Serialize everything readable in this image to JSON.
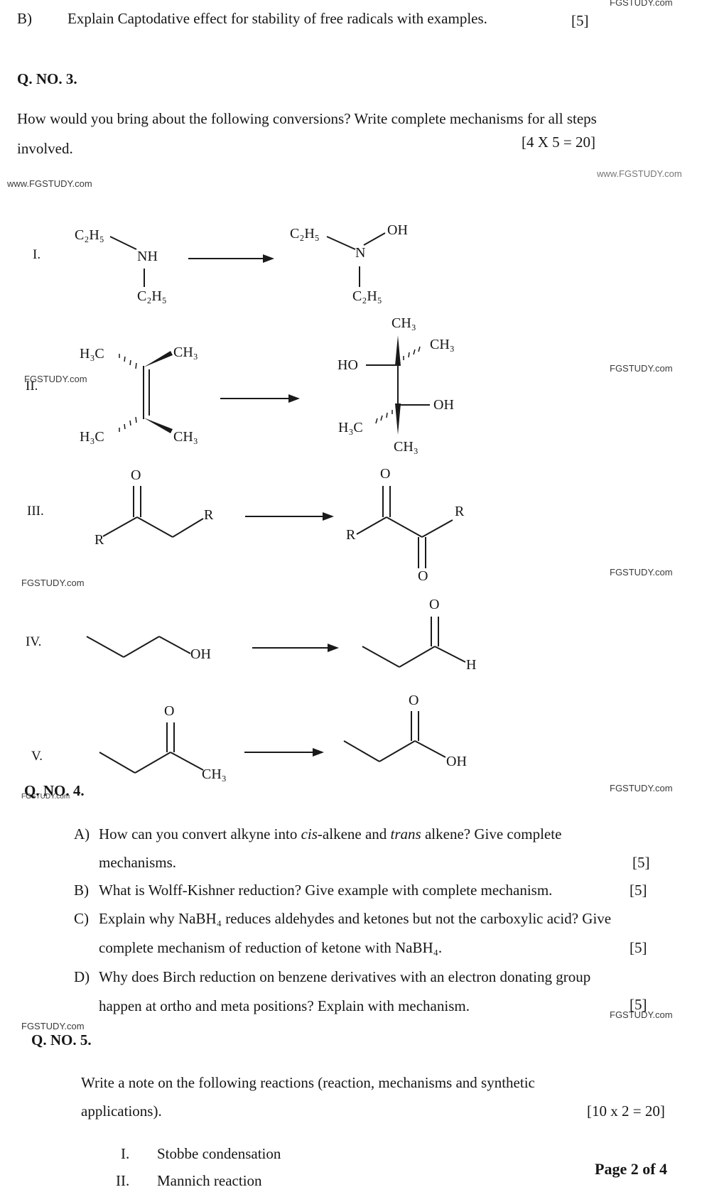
{
  "watermarks": [
    "FGSTUDY.com",
    "www.FGSTUDY.com",
    "www.FGSTUDY.com",
    "FGSTUDY.com",
    "FGSTUDY.com",
    "FGSTUDY.com",
    "FGSTUDY.com",
    "FGSTUDY.com",
    "FGSTUDY.com",
    "FGSTUDY.com",
    "FGSTUDY.com"
  ],
  "q2b": {
    "label": "B)",
    "text": "Explain Captodative effect for stability of free radicals with examples.",
    "marks": "[5]"
  },
  "q3": {
    "heading": "Q. NO. 3.",
    "line1": "How would you bring about the following conversions? Write complete mechanisms for all steps",
    "line2": "involved.",
    "marks": "[4 X 5 = 20]",
    "items": [
      "I.",
      "II.",
      "III.",
      "IV.",
      "V."
    ],
    "chem": {
      "c2h5": "C₂H₅",
      "nh": "NH",
      "n": "N",
      "oh": "OH",
      "ho": "HO",
      "ch3": "CH₃",
      "h3c": "H₃C",
      "o": "O",
      "r": "R",
      "h": "H",
      "oi": "OH"
    }
  },
  "q4": {
    "heading": "Q. NO. 4.",
    "items": [
      {
        "label": "A)",
        "line1_a": "How can you convert alkyne into ",
        "line1_b": "cis",
        "line1_c": "-alkene and ",
        "line1_d": "trans",
        "line1_e": " alkene? Give complete",
        "line2": "mechanisms.",
        "marks": "[5]"
      },
      {
        "label": "B)",
        "line1": "What is Wolff-Kishner reduction? Give example with complete mechanism.",
        "marks": "[5]"
      },
      {
        "label": "C)",
        "line1": "Explain why NaBH₄ reduces aldehydes and ketones but not the carboxylic acid? Give",
        "line2": "complete mechanism of reduction of ketone with NaBH₄.",
        "marks": "[5]"
      },
      {
        "label": "D)",
        "line1": "Why does Birch reduction on benzene derivatives with an electron donating group",
        "line2": "happen at ortho and meta positions? Explain with mechanism.",
        "marks": "[5]"
      }
    ]
  },
  "q5": {
    "heading": "Q. NO. 5.",
    "line1": "Write a note on the following reactions (reaction, mechanisms and synthetic",
    "line2": "applications).",
    "marks": "[10 x 2 = 20]",
    "items": [
      {
        "num": "I.",
        "text": "Stobbe condensation"
      },
      {
        "num": "II.",
        "text": "Mannich reaction"
      }
    ]
  },
  "footer": {
    "page": "Page 2 of 4"
  }
}
